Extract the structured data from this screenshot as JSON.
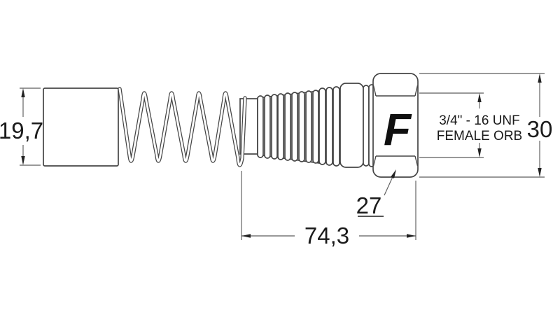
{
  "meta": {
    "description": "Technical dimension drawing of a hydraulic hose fitting with spring guard, ribbed strain relief, crimped collar and hex nut"
  },
  "labels": {
    "cap_height": "19,7",
    "hex_flats": "27",
    "fitting_length": "74,3",
    "hex_height": "30",
    "thread_spec_line1": "3/4\" - 16 UNF",
    "thread_spec_line2": "FEMALE ORB",
    "brand_letter": "F"
  },
  "colors": {
    "background": "#ffffff",
    "outline": "#454545",
    "dimension": "#5c5c5c",
    "arrow": "#222222",
    "text": "#1b1b1b",
    "logo": "#101010"
  }
}
